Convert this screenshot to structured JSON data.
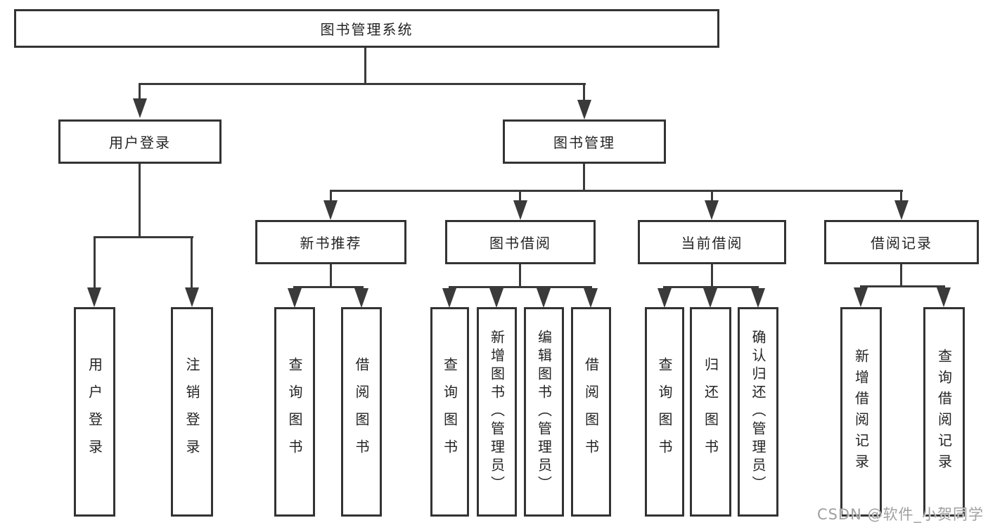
{
  "diagram": {
    "title": "图书管理系统",
    "level2": {
      "user_login": "用户登录",
      "book_mgmt": "图书管理"
    },
    "level3": {
      "new_books": "新书推荐",
      "borrowing": "图书借阅",
      "current": "当前借阅",
      "records": "借阅记录"
    },
    "leaves": {
      "user_login": "用户登录",
      "logout": "注销登录",
      "nb_query_books": "查询图书",
      "nb_borrow_books": "借阅图书",
      "bw_query_books": "查询图书",
      "bw_add_books": "新增图书（管理员）",
      "bw_edit_books": "编辑图书（管理员）",
      "bw_borrow_books": "借阅图书",
      "cu_query_books": "查询图书",
      "cu_return_books": "归还图书",
      "cu_confirm_return": "确认归还（管理员）",
      "rc_add_record": "新增借阅记录",
      "rc_query_record": "查询借阅记录"
    }
  },
  "watermark": "CSDN @软件_小贺同学",
  "colors": {
    "line": "#3a3a3a",
    "border": "#333333",
    "text": "#242424",
    "watermark": "#a0a0a0",
    "background": "#ffffff"
  },
  "icons": {
    "arrowhead": "down-arrow"
  }
}
